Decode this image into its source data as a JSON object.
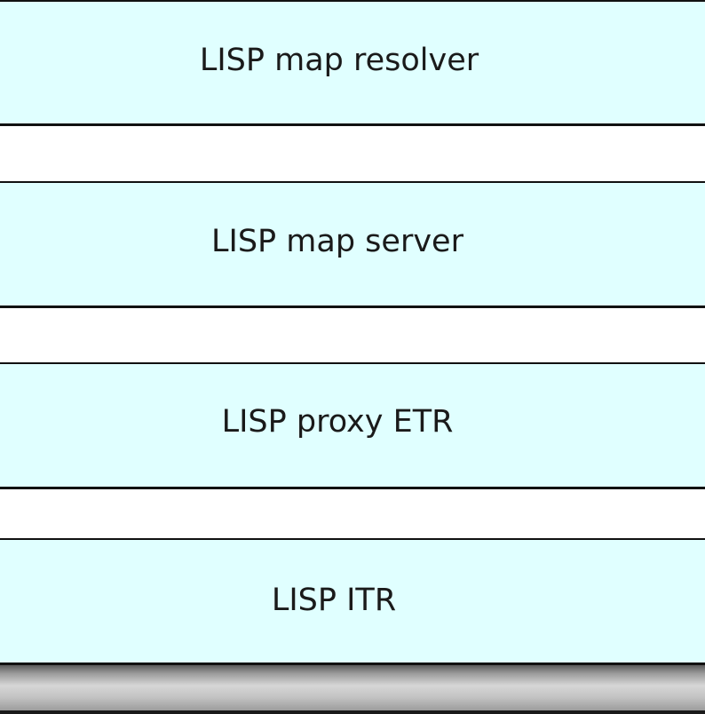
{
  "diagram": {
    "layers": [
      {
        "label": "LISP map resolver"
      },
      {
        "label": "LISP map server"
      },
      {
        "label": "LISP proxy ETR"
      },
      {
        "label": "LISP ITR"
      }
    ]
  },
  "colors": {
    "layer_fill": "#e0ffff",
    "border": "#111111",
    "text": "#1a1a1a",
    "base_bar_mid": "#d6d6d6"
  }
}
